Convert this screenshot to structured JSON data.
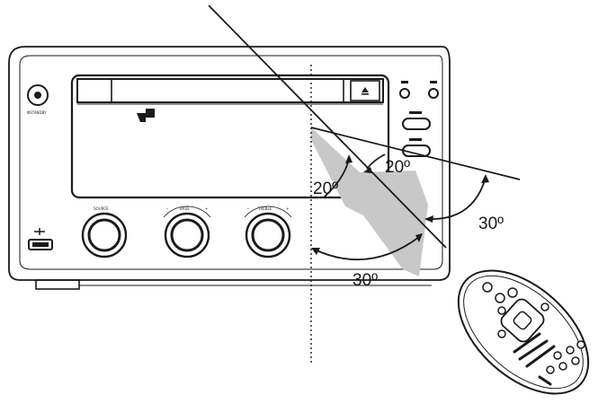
{
  "diagram": {
    "angle_labels": {
      "inner_left": "20º",
      "inner_right": "20º",
      "outer_right": "30º",
      "outer_bottom": "30º"
    },
    "device_labels": {
      "power": "ΦSTANDBY",
      "source": "SOURCE",
      "bass": "BASS",
      "treble": "TREBLE",
      "minus": "−",
      "plus": "+"
    },
    "icons": {
      "power": "power-icon",
      "usb": "usb-port-icon",
      "eject": "eject-icon",
      "ir_sensor": "ir-sensor-icon",
      "remote": "remote-control-icon"
    },
    "colors": {
      "line": "#1a1a1a",
      "cone": "#c8c8c8",
      "background": "#ffffff"
    }
  }
}
